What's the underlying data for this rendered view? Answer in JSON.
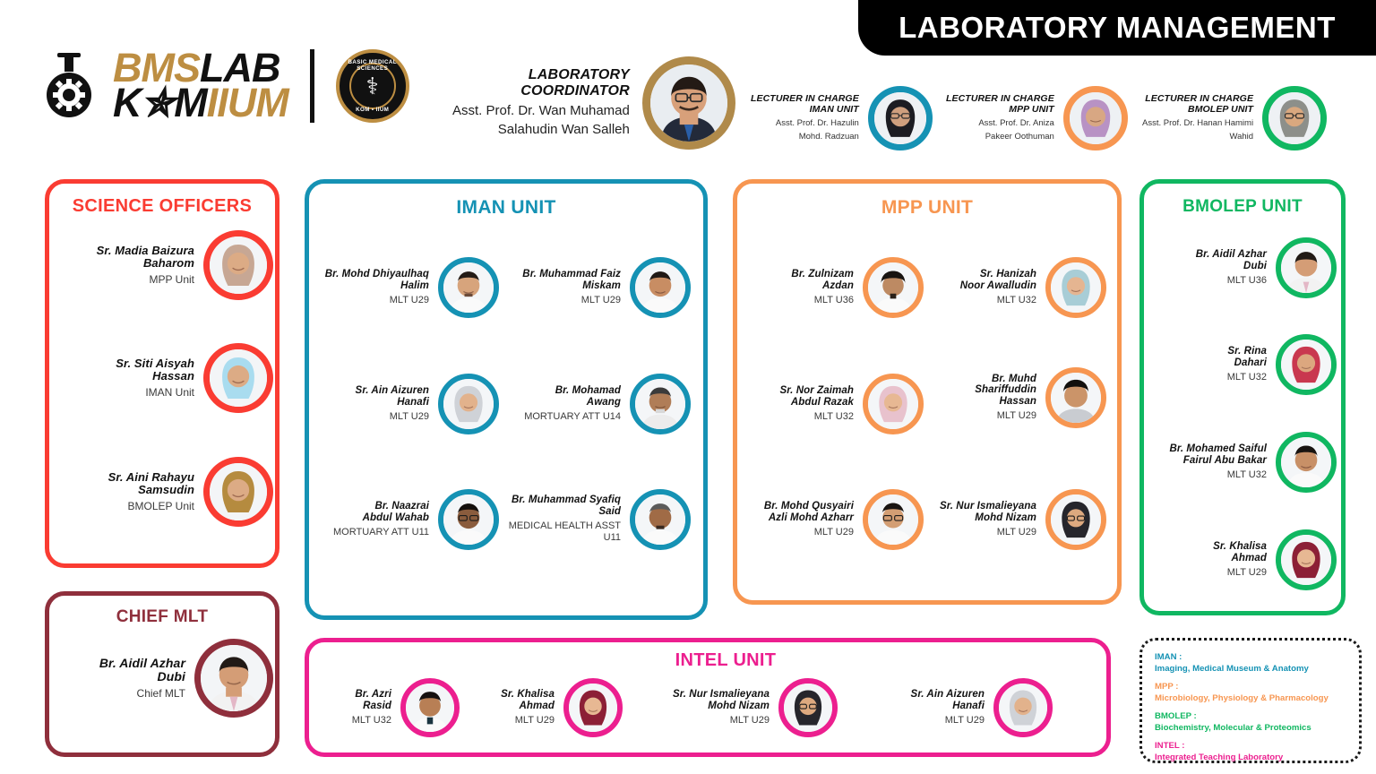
{
  "banner": {
    "title": "LABORATORY MANAGEMENT"
  },
  "logo": {
    "bms": "BMS",
    "lab": "LAB",
    "kom": "K✯M",
    "iium": "IIUM",
    "seal_top": "BASIC MEDICAL SCIENCES",
    "seal_bottom": "KOM • IIUM",
    "seal_symbol": "⚕"
  },
  "coordinator": {
    "role_line1": "LABORATORY",
    "role_line2": "COORDINATOR",
    "name_line1": "Asst. Prof. Dr. Wan Muhamad",
    "name_line2": "Salahudin Wan Salleh",
    "ring_color": "#b08a4a"
  },
  "lecturers_in_charge": [
    {
      "role_line1": "LECTURER IN CHARGE",
      "role_line2": "IMAN UNIT",
      "name_line1": "Asst. Prof. Dr. Hazulin",
      "name_line2": "Mohd. Radzuan",
      "ring_color": "#1592b4"
    },
    {
      "role_line1": "LECTURER IN CHARGE",
      "role_line2": "MPP UNIT",
      "name_line1": "Asst. Prof. Dr. Aniza",
      "name_line2": "Pakeer Oothuman",
      "ring_color": "#f79651"
    },
    {
      "role_line1": "LECTURER IN CHARGE",
      "role_line2": "BMOLEP UNIT",
      "name_line1": "Asst. Prof. Dr. Hanan Hamimi",
      "name_line2": "Wahid",
      "ring_color": "#10b761"
    }
  ],
  "panels": {
    "science_officers": {
      "title": "SCIENCE OFFICERS",
      "color": "#fa3c32",
      "members": [
        {
          "name_line1": "Sr. Madia Baizura",
          "name_line2": "Baharom",
          "role": "MPP Unit"
        },
        {
          "name_line1": "Sr. Siti Aisyah",
          "name_line2": "Hassan",
          "role": "IMAN Unit"
        },
        {
          "name_line1": "Sr. Aini Rahayu",
          "name_line2": "Samsudin",
          "role": "BMOLEP Unit"
        }
      ]
    },
    "chief_mlt": {
      "title": "CHIEF MLT",
      "color": "#8f2f3c",
      "members": [
        {
          "name_line1": "Br. Aidil Azhar",
          "name_line2": "Dubi",
          "role": "Chief MLT"
        }
      ]
    },
    "iman_unit": {
      "title": "IMAN UNIT",
      "color": "#1592b4",
      "members": [
        {
          "name_line1": "Br. Mohd Dhiyaulhaq",
          "name_line2": "Halim",
          "role": "MLT  U29"
        },
        {
          "name_line1": "Br. Muhammad Faiz",
          "name_line2": "Miskam",
          "role": "MLT  U29"
        },
        {
          "name_line1": "Sr. Ain Aizuren",
          "name_line2": "Hanafi",
          "role": "MLT U29"
        },
        {
          "name_line1": "Br. Mohamad",
          "name_line2": "Awang",
          "role": "MORTUARY ATT U14"
        },
        {
          "name_line1": "Br. Naazrai",
          "name_line2": "Abdul Wahab",
          "role": "MORTUARY ATT U11"
        },
        {
          "name_line1": "Br. Muhammad Syafiq",
          "name_line2": "Said",
          "role": "MEDICAL HEALTH ASST U11"
        }
      ]
    },
    "mpp_unit": {
      "title": "MPP UNIT",
      "color": "#f79651",
      "members": [
        {
          "name_line1": "Br. Zulnizam",
          "name_line2": "Azdan",
          "role": "MLT  U36"
        },
        {
          "name_line1": "Sr. Hanizah",
          "name_line2": "Noor Awalludin",
          "role": "MLT  U32"
        },
        {
          "name_line1": "Sr. Nor Zaimah",
          "name_line2": "Abdul Razak",
          "role": "MLT  U32"
        },
        {
          "name_line1": "Br. Muhd",
          "name_line2": "Shariffuddin",
          "name_line3": "Hassan",
          "role": "MLT  U29"
        },
        {
          "name_line1": "Br. Mohd Qusyairi",
          "name_line2": "Azli Mohd Azharr",
          "role": "MLT  U29"
        },
        {
          "name_line1": "Sr. Nur Ismalieyana",
          "name_line2": "Mohd Nizam",
          "role": "MLT  U29"
        }
      ]
    },
    "bmolep_unit": {
      "title": "BMOLEP UNIT",
      "color": "#10b761",
      "members": [
        {
          "name_line1": "Br. Aidil Azhar",
          "name_line2": "Dubi",
          "role": "MLT  U36"
        },
        {
          "name_line1": "Sr. Rina",
          "name_line2": "Dahari",
          "role": "MLT  U32"
        },
        {
          "name_line1": "Br. Mohamed Saiful",
          "name_line2": "Fairul Abu Bakar",
          "role": "MLT  U32"
        },
        {
          "name_line1": "Sr. Khalisa",
          "name_line2": "Ahmad",
          "role": "MLT  U29"
        }
      ]
    },
    "intel_unit": {
      "title": "INTEL UNIT",
      "color": "#ec1f8f",
      "members": [
        {
          "name_line1": "Br. Azri",
          "name_line2": "Rasid",
          "role": "MLT  U32"
        },
        {
          "name_line1": "Sr. Khalisa",
          "name_line2": "Ahmad",
          "role": "MLT  U29"
        },
        {
          "name_line1": "Sr. Nur Ismalieyana",
          "name_line2": "Mohd Nizam",
          "role": "MLT  U29"
        },
        {
          "name_line1": "Sr. Ain Aizuren",
          "name_line2": "Hanafi",
          "role": "MLT U29"
        }
      ]
    }
  },
  "legend": [
    {
      "key": "IMAN :",
      "value": "Imaging, Medical Museum & Anatomy",
      "color": "#1592b4"
    },
    {
      "key": "MPP :",
      "value": "Microbiology, Physiology & Pharmacology",
      "color": "#f79651"
    },
    {
      "key": "BMOLEP :",
      "value": "Biochemistry, Molecular & Proteomics",
      "color": "#10b761"
    },
    {
      "key": "INTEL :",
      "value": "Integrated Teaching Laboratory",
      "color": "#ec1f8f"
    }
  ]
}
